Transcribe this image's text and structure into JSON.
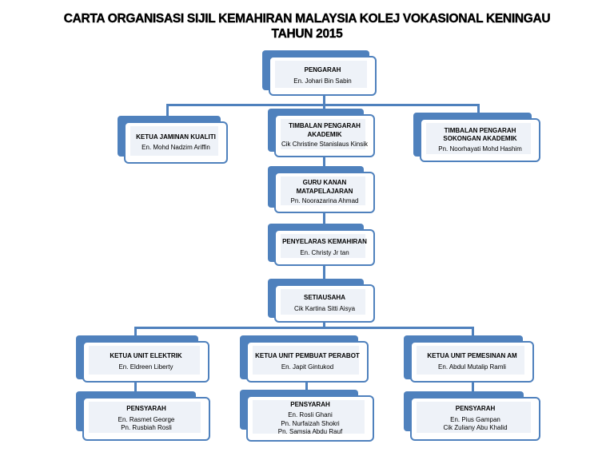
{
  "title": {
    "line1": "CARTA ORGANISASI SIJIL KEMAHIRAN MALAYSIA KOLEJ VOKASIONAL KENINGAU",
    "line2": "TAHUN 2015"
  },
  "colors": {
    "accent": "#4f81bd",
    "fill": "#eef2f8"
  },
  "nodes": {
    "pengarah": {
      "role": "PENGARAH",
      "names": [
        "En. Johari Bin Sabin"
      ]
    },
    "jaminan": {
      "role": "KETUA JAMINAN KUALITI",
      "names": [
        "En. Mohd Nadzim Ariffin"
      ]
    },
    "akademik": {
      "role": "TIMBALAN PENGARAH AKADEMIK",
      "names": [
        "Cik Christine Stanislaus Kinsik"
      ]
    },
    "sokongan": {
      "role": "TIMBALAN PENGARAH SOKONGAN AKADEMIK",
      "names": [
        "Pn. Noorhayati Mohd Hashim"
      ]
    },
    "gurukanan": {
      "role": "GURU KANAN MATAPELAJARAN",
      "names": [
        "Pn. Noorazarina Ahmad"
      ]
    },
    "penyelaras": {
      "role": "PENYELARAS KEMAHIRAN",
      "names": [
        "En. Christy Jr tan"
      ]
    },
    "setiausaha": {
      "role": "SETIAUSAHA",
      "names": [
        "Cik Kartina Sitti Aisya"
      ]
    },
    "elektrik": {
      "role": "KETUA UNIT ELEKTRIK",
      "names": [
        "En. Eldreen Liberty"
      ]
    },
    "perabot": {
      "role": "KETUA UNIT PEMBUAT PERABOT",
      "names": [
        "En. Japit Gintukod"
      ]
    },
    "pemesinan": {
      "role": "KETUA UNIT PEMESINAN AM",
      "names": [
        "En. Abdul Mutalip Ramli"
      ]
    },
    "pensyarah1": {
      "role": "PENSYARAH",
      "names": [
        "En. Rasmet George",
        "Pn. Rusbiah Rosli"
      ]
    },
    "pensyarah2": {
      "role": "PENSYARAH",
      "names": [
        "En. Rosli Ghani",
        "Pn. Nurfaizah Shokri",
        "Pn. Samsia Abdu Rauf"
      ]
    },
    "pensyarah3": {
      "role": "PENSYARAH",
      "names": [
        "En. Pius Gampan",
        "Cik Zuliany Abu Khalid"
      ]
    }
  }
}
